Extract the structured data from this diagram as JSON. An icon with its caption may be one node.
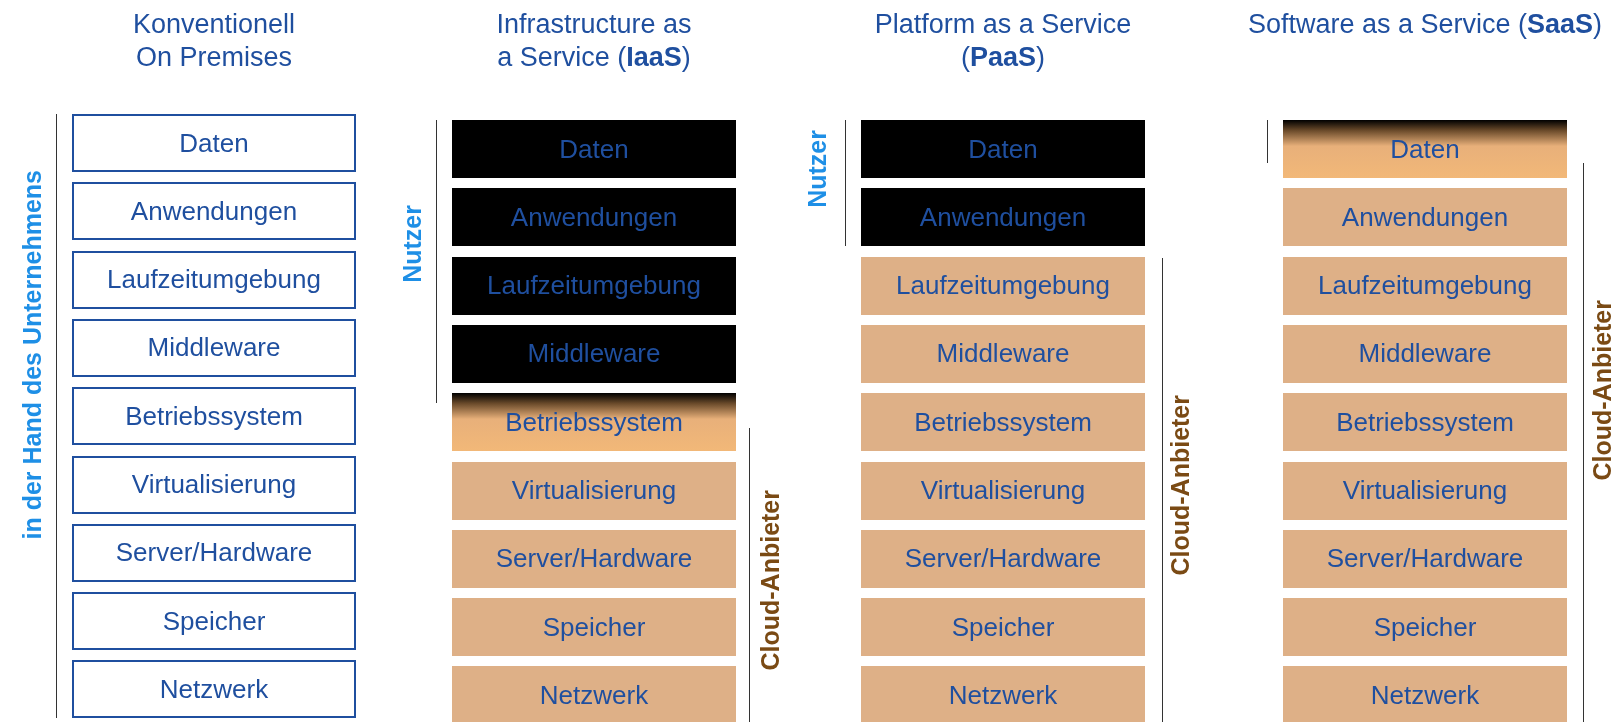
{
  "diagram": {
    "nodes": [
      {
        "text": [
          "Daten"
        ]
      },
      {
        "text": [
          "Anwendungen"
        ]
      },
      {
        "text": [
          "Laufzeitumgebung"
        ]
      },
      {
        "text": [
          "Middleware"
        ]
      },
      {
        "text": [
          "Betriebssystem"
        ]
      },
      {
        "text": [
          "Virtualisierung"
        ]
      },
      {
        "text": [
          "Server/Hardware"
        ]
      },
      {
        "text": [
          "Speicher"
        ]
      },
      {
        "text": [
          "Netzwerk"
        ]
      },
      {
        "text": [
          "Daten"
        ]
      },
      {
        "text": [
          "Anwendungen"
        ]
      },
      {
        "text": [
          "Laufzeitumgebung"
        ]
      },
      {
        "text": [
          "Middleware"
        ]
      },
      {
        "text": [
          "Betriebssystem"
        ]
      },
      {
        "text": [
          "Virtualisierung"
        ]
      },
      {
        "text": [
          "Server/Hardware"
        ]
      },
      {
        "text": [
          "Speicher"
        ]
      },
      {
        "text": [
          "Netzwerk"
        ]
      },
      {
        "text": [
          "Daten"
        ]
      },
      {
        "text": [
          "Anwendungen"
        ]
      },
      {
        "text": [
          "Laufzeitumgebung"
        ]
      },
      {
        "text": [
          "Middleware"
        ]
      },
      {
        "text": [
          "Betriebssystem"
        ]
      },
      {
        "text": [
          "Virtualisierung"
        ]
      },
      {
        "text": [
          "Server/Hardware"
        ]
      },
      {
        "text": [
          "Speicher"
        ]
      },
      {
        "text": [
          "Netzwerk"
        ]
      },
      {
        "text": [
          "Daten"
        ]
      },
      {
        "text": [
          "Anwendungen"
        ]
      },
      {
        "text": [
          "Laufzeitumgebung"
        ]
      },
      {
        "text": [
          "Middleware"
        ]
      },
      {
        "text": [
          "Betriebssystem"
        ]
      },
      {
        "text": [
          "Virtualisierung"
        ]
      },
      {
        "text": [
          "Server/Hardware"
        ]
      },
      {
        "text": [
          "Speicher"
        ]
      },
      {
        "text": [
          "Netzwerk"
        ]
      }
    ],
    "labels": [
      "Konventionell On Premises",
      "Infrastructure as a Service (**IaaS**)",
      "Platform as a Service (**PaaS**)",
      "Software as a Service (**SaaS**)",
      "in der Hand des Unternehmens",
      "Nutzer",
      "Cloud-Anbieter",
      "Nutzer",
      "Cloud-Anbieter",
      "Cloud-Anbieter"
    ]
  }
}
